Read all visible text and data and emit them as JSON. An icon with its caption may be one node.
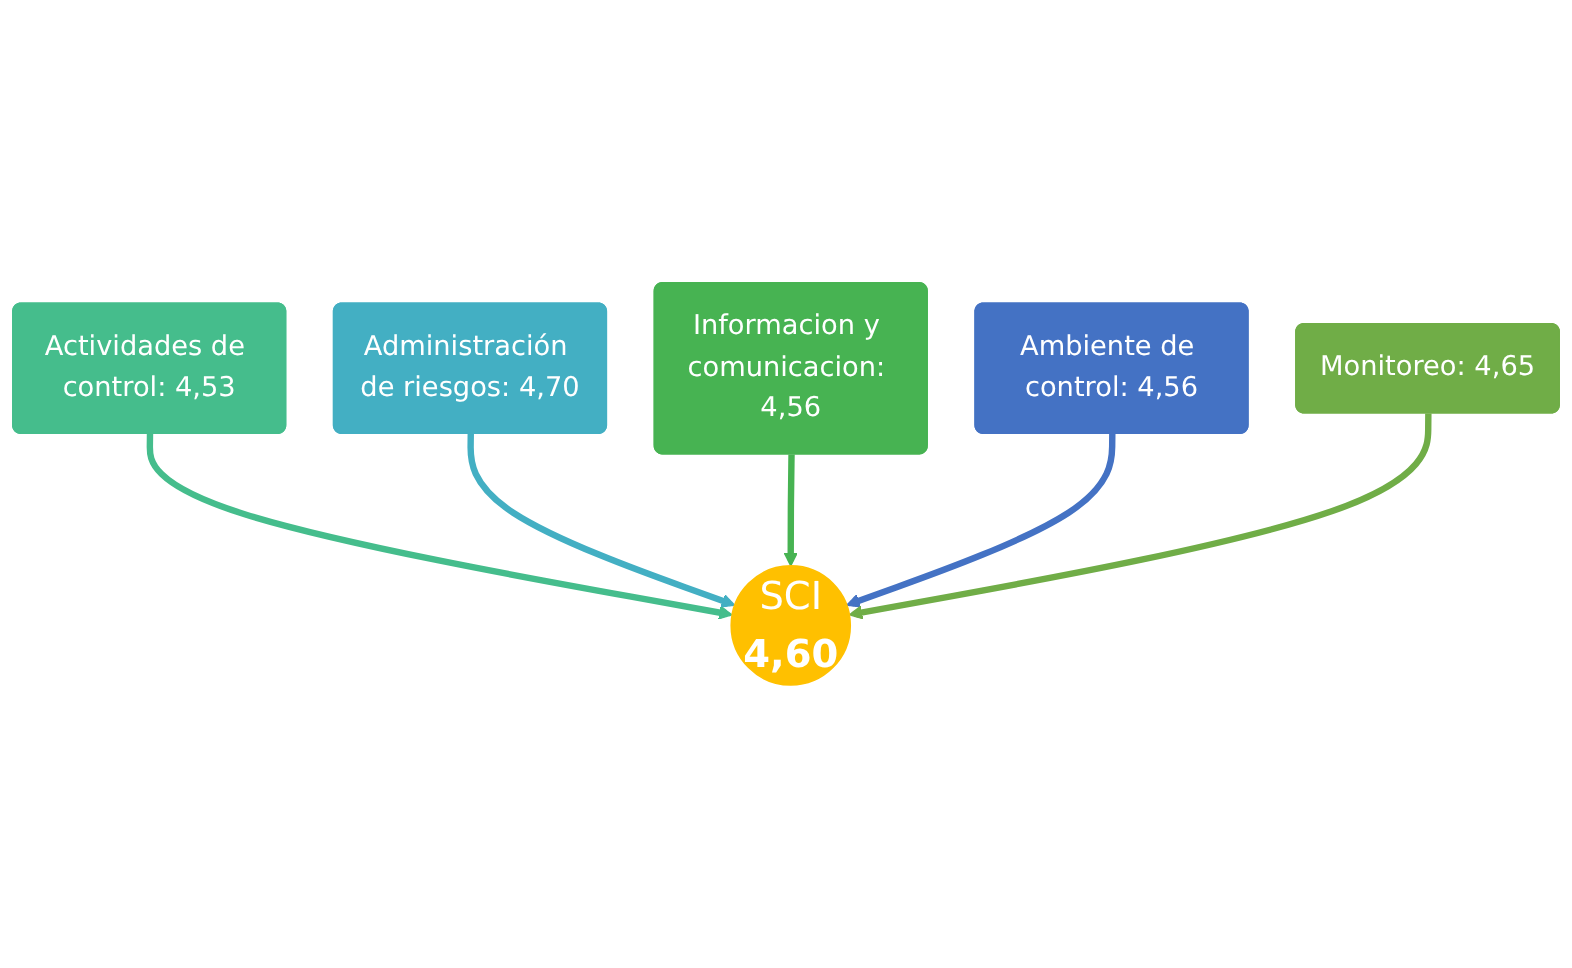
{
  "diagram": {
    "nodes": [
      {
        "text": [
          "Actividades de control: 4,53"
        ]
      },
      {
        "text": [
          "Administración de riesgos: 4,70"
        ]
      },
      {
        "text": [
          "Informacion y comunicacion: 4,56"
        ]
      },
      {
        "text": [
          "Ambiente de control: 4,56"
        ]
      },
      {
        "text": [
          "SCI",
          "4,60"
        ]
      },
      {
        "text": [
          "Monitoreo: 4,65"
        ]
      }
    ],
    "edges": [
      {
        "from": 0,
        "to": 4,
        "arrow": "to",
        "color": "#45bd8c"
      },
      {
        "from": 1,
        "to": 4,
        "arrow": "to",
        "color": "#43afc3"
      },
      {
        "from": 2,
        "to": 4,
        "arrow": "to",
        "color": "#47b352"
      },
      {
        "from": 3,
        "to": 4,
        "arrow": "to",
        "color": "#4472c4"
      },
      {
        "from": 5,
        "to": 4,
        "arrow": "to",
        "color": "#70ad47"
      }
    ]
  }
}
